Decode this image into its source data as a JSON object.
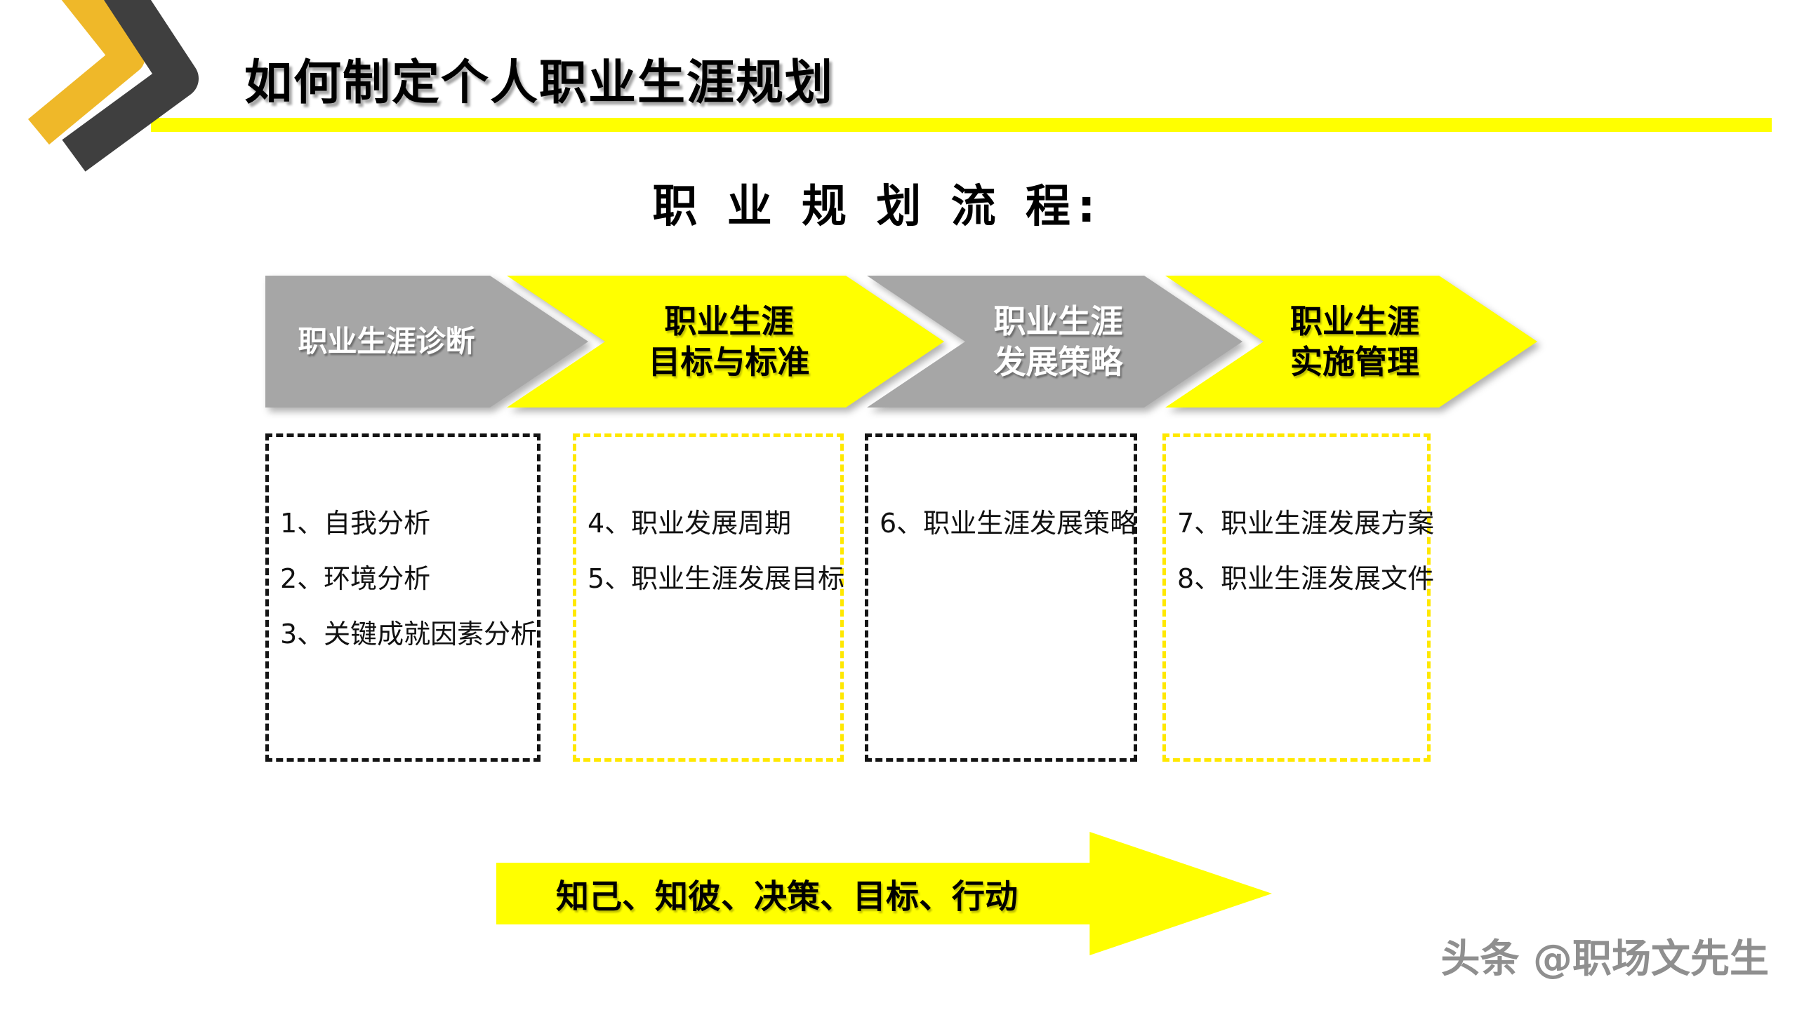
{
  "slide": {
    "title": "如何制定个人职业生涯规划",
    "section_heading": "职 业 规 划 流 程:",
    "watermark": "头条 @职场文先生"
  },
  "flow_steps": [
    {
      "lines": [
        "职业生涯诊断"
      ],
      "fill_color": "#A6A6A6",
      "text_color": "#FFFFFF"
    },
    {
      "lines": [
        "职业生涯",
        "目标与标准"
      ],
      "fill_color": "#FFFF00",
      "text_color": "#000000"
    },
    {
      "lines": [
        "职业生涯",
        "发展策略"
      ],
      "fill_color": "#A6A6A6",
      "text_color": "#FFFFFF"
    },
    {
      "lines": [
        "职业生涯",
        "实施管理"
      ],
      "fill_color": "#FFFF00",
      "text_color": "#000000"
    }
  ],
  "detail_boxes": [
    {
      "border_color": "#141414",
      "items": [
        "1、自我分析",
        "2、环境分析",
        "3、关键成就因素分析"
      ]
    },
    {
      "border_color": "#FFE800",
      "items": [
        "4、职业发展周期",
        "5、职业生涯发展目标"
      ]
    },
    {
      "border_color": "#141414",
      "items": [
        "6、职业生涯发展策略"
      ]
    },
    {
      "border_color": "#FFE800",
      "items": [
        "7、职业生涯发展方案",
        "8、职业生涯发展文件"
      ]
    }
  ],
  "process_arrow": {
    "label": "知己、知彼、决策、目标、行动",
    "fill_color": "#FFFF00"
  },
  "colors": {
    "accent_yellow": "#FFFF00",
    "step_gray": "#A6A6A6",
    "dash_yellow": "#FFE800",
    "dash_black": "#141414",
    "deco_gold": "#EFB829",
    "deco_dark": "#3F3F3F"
  }
}
